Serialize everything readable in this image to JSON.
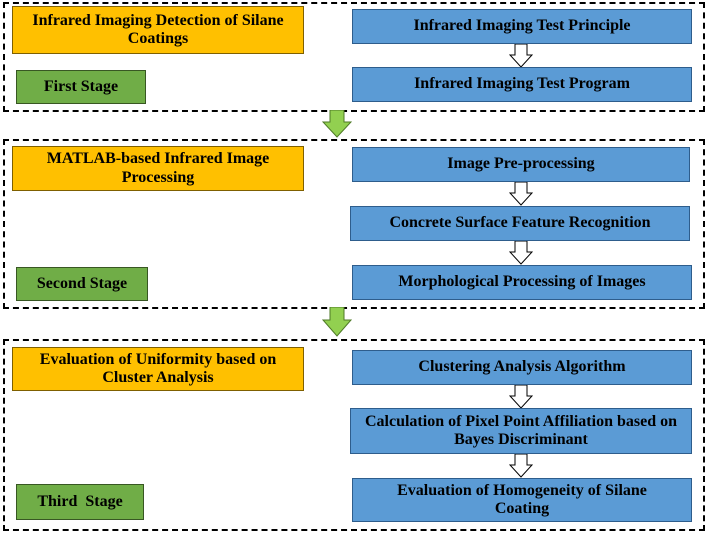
{
  "stages": [
    {
      "title": "Infrared Imaging Detection of Silane Coatings",
      "label": "First Stage",
      "steps": [
        "Infrared Imaging Test Principle",
        "Infrared Imaging Test Program"
      ]
    },
    {
      "title": "MATLAB-based Infrared Image Processing",
      "label": "Second Stage",
      "steps": [
        "Image Pre-processing",
        "Concrete Surface Feature Recognition",
        "Morphological Processing of Images"
      ]
    },
    {
      "title": "Evaluation of Uniformity based on Cluster Analysis",
      "label": "Third  Stage",
      "steps": [
        "Clustering Analysis Algorithm",
        "Calculation of Pixel Point Affiliation based on Bayes Discriminant",
        "Evaluation of Homogeneity of Silane Coating"
      ]
    }
  ],
  "colors": {
    "title_box": "#ffc000",
    "stage_label": "#70ad47",
    "step_box": "#5b9bd5",
    "stage_arrow": "#92d050"
  }
}
